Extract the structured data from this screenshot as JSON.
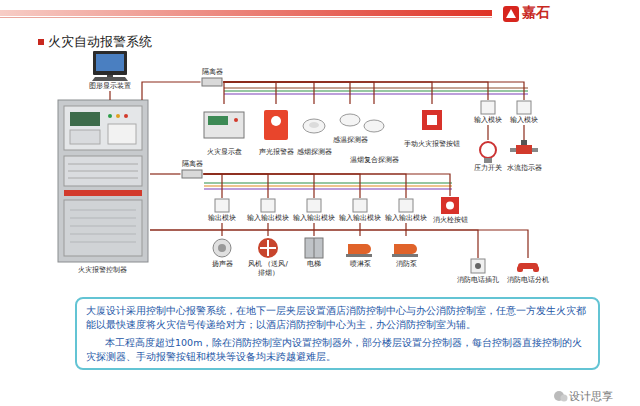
{
  "diagram": {
    "title": "火灾自动报警系统",
    "nodes": [
      {
        "text": [
          "图形显示装置"
        ]
      },
      {
        "text": [
          "隔离器"
        ]
      },
      {
        "text": [
          "火灾显示盘"
        ]
      },
      {
        "text": [
          "声光报警器"
        ]
      },
      {
        "text": [
          "感烟探测器"
        ]
      },
      {
        "text": [
          "感温探测器"
        ]
      },
      {
        "text": [
          "温烟复合探测器"
        ]
      },
      {
        "text": [
          "手动火灾报警按钮"
        ]
      },
      {
        "text": [
          "输入模块"
        ]
      },
      {
        "text": [
          "输入模块"
        ]
      },
      {
        "text": [
          "压力开关"
        ]
      },
      {
        "text": [
          "水流指示器"
        ]
      },
      {
        "text": [
          "火灾报警控制器"
        ]
      },
      {
        "text": [
          "隔离器"
        ]
      },
      {
        "text": [
          "输出模块"
        ]
      },
      {
        "text": [
          "输入输出模块"
        ]
      },
      {
        "text": [
          "输入输出模块"
        ]
      },
      {
        "text": [
          "输入输出模块"
        ]
      },
      {
        "text": [
          "输入输出模块"
        ]
      },
      {
        "text": [
          "消火栓按钮"
        ]
      },
      {
        "text": [
          "扬声器"
        ]
      },
      {
        "text": [
          "风机 （送风/排烟）"
        ]
      },
      {
        "text": [
          "电梯"
        ]
      },
      {
        "text": [
          "喷淋泵"
        ]
      },
      {
        "text": [
          "消防泵"
        ]
      },
      {
        "text": [
          "消防电话插孔"
        ]
      },
      {
        "text": [
          "消防电话分机"
        ]
      },
      {
        "text": [
          "大厦设计采用控制中心报警系统，在地下一层夹层设置酒店消防控制中心与办公消防控制室，任意一方发生火灾都能以最快速度将火灾信号传递给对方；以酒店消防控制中心为主，办公消防控制室为辅。",
          "本工程高度超过100m，除在消防控制室内设置控制器外，部分楼层设置分控制器，每台控制器直接控制的火灾探测器、手动报警按钮和模块等设备均未跨越避难层。"
        ]
      }
    ],
    "edges": [
      {
        "from": 0,
        "to": 12,
        "arrow": "none"
      },
      {
        "from": 12,
        "to": 1,
        "arrow": "none"
      },
      {
        "from": 12,
        "to": 13,
        "arrow": "none"
      },
      {
        "from": 1,
        "to": 2,
        "arrow": "none"
      },
      {
        "from": 1,
        "to": 3,
        "arrow": "none"
      },
      {
        "from": 1,
        "to": 4,
        "arrow": "none"
      },
      {
        "from": 1,
        "to": 5,
        "arrow": "none"
      },
      {
        "from": 1,
        "to": 6,
        "arrow": "none"
      },
      {
        "from": 1,
        "to": 7,
        "arrow": "none"
      },
      {
        "from": 1,
        "to": 8,
        "arrow": "none"
      },
      {
        "from": 1,
        "to": 9,
        "arrow": "none"
      },
      {
        "from": 8,
        "to": 10,
        "arrow": "none"
      },
      {
        "from": 9,
        "to": 11,
        "arrow": "none"
      },
      {
        "from": 13,
        "to": 14,
        "arrow": "none"
      },
      {
        "from": 13,
        "to": 15,
        "arrow": "none"
      },
      {
        "from": 13,
        "to": 16,
        "arrow": "none"
      },
      {
        "from": 13,
        "to": 17,
        "arrow": "none"
      },
      {
        "from": 13,
        "to": 18,
        "arrow": "none"
      },
      {
        "from": 13,
        "to": 19,
        "arrow": "none"
      },
      {
        "from": 14,
        "to": 20,
        "arrow": "none"
      },
      {
        "from": 15,
        "to": 21,
        "arrow": "none"
      },
      {
        "from": 16,
        "to": 22,
        "arrow": "none"
      },
      {
        "from": 17,
        "to": 23,
        "arrow": "none"
      },
      {
        "from": 18,
        "to": 24,
        "arrow": "none"
      },
      {
        "from": 12,
        "to": 25,
        "arrow": "none"
      },
      {
        "from": 12,
        "to": 26,
        "arrow": "none"
      }
    ],
    "labels": [
      "嘉石",
      "设计思享"
    ]
  }
}
